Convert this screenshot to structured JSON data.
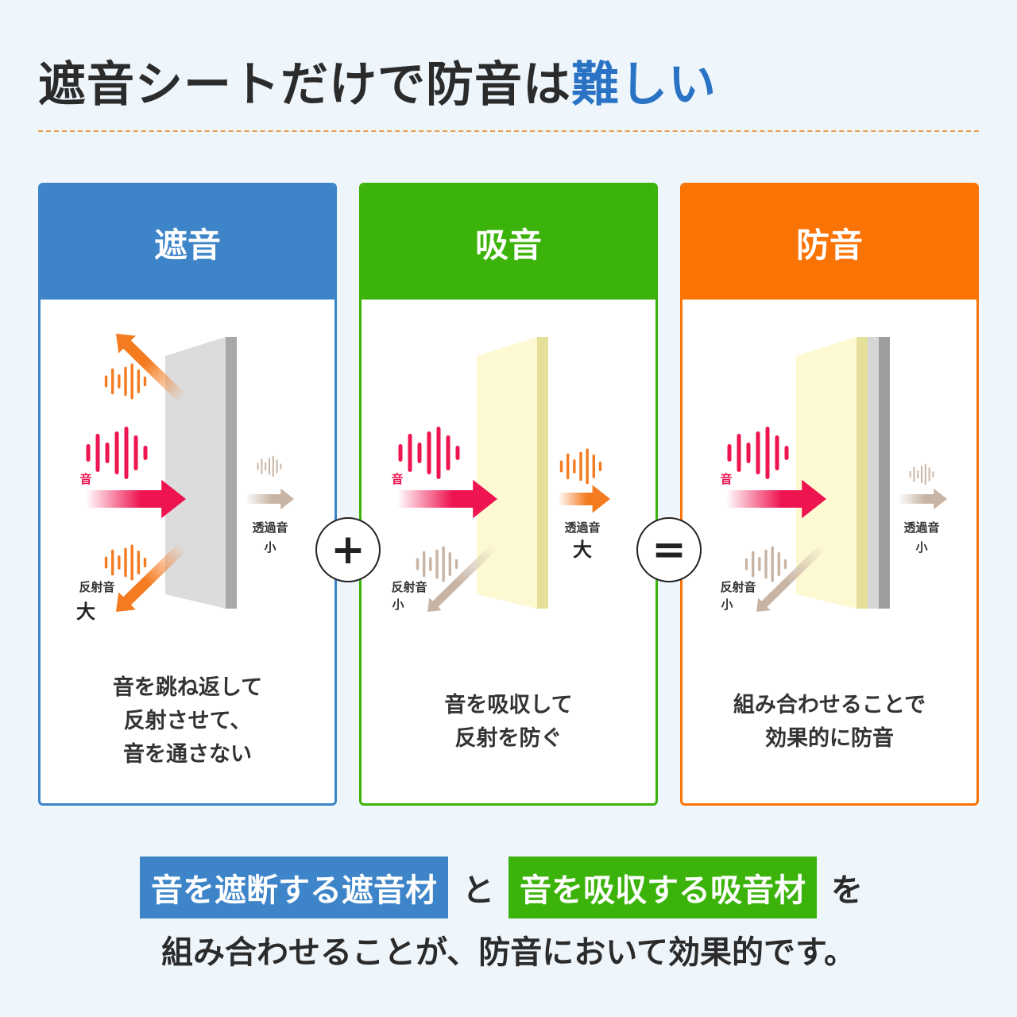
{
  "title": {
    "main": "遮音シートだけで防音は",
    "highlight": "難しい",
    "highlight_color": "#2a73c4"
  },
  "panels": [
    {
      "heading": "遮音",
      "color": "#3d84c8",
      "labels": {
        "sound": "音",
        "reflected": "反射音",
        "reflected_level": "大",
        "transmitted": "透過音",
        "transmitted_level": "小"
      },
      "desc": [
        "音を跳ね返して",
        "反射させて、",
        "音を通さない"
      ]
    },
    {
      "heading": "吸音",
      "color": "#3cb30a",
      "labels": {
        "sound": "音",
        "reflected": "反射音",
        "reflected_level": "小",
        "transmitted": "透過音",
        "transmitted_level": "大"
      },
      "desc": [
        "音を吸収して",
        "反射を防ぐ"
      ]
    },
    {
      "heading": "防音",
      "color": "#fa7305",
      "labels": {
        "sound": "音",
        "reflected": "反射音",
        "reflected_level": "小",
        "transmitted": "透過音",
        "transmitted_level": "小"
      },
      "desc": [
        "組み合わせることで",
        "効果的に防音"
      ]
    }
  ],
  "operators": {
    "plus": "+",
    "equals": "="
  },
  "summary": {
    "box1": "音を遮断する遮音材",
    "joiner": "と",
    "box2": "音を吸収する吸音材",
    "suffix": "を",
    "line2": "組み合わせることが、防音において効果的です。",
    "box1_color": "#3d84c8",
    "box2_color": "#3cb30a"
  },
  "colors": {
    "sound": "#ee1450",
    "reflected_strong": "#f47b20",
    "faint": "#c8b4a4",
    "sheet_gray": "#dcdcdc",
    "absorber_yellow": "#fdf9d3"
  }
}
